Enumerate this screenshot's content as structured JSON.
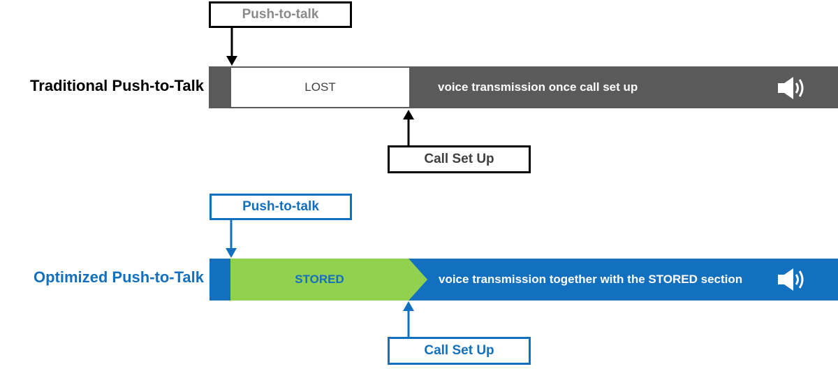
{
  "traditional": {
    "row_label": "Traditional Push-to-Talk",
    "push_box": "Push-to-talk",
    "lost_label": "LOST",
    "voice_label": "voice transmission once call set up",
    "callsetup_box": "Call Set Up",
    "speaker_icon": "speaker-icon"
  },
  "optimized": {
    "row_label": "Optimized Push-to-Talk",
    "push_box": "Push-to-talk",
    "stored_label": "STORED",
    "voice_label": "voice transmission together with the STORED section",
    "callsetup_box": "Call Set Up",
    "speaker_icon": "speaker-icon"
  },
  "colors": {
    "trad_bar": "#5a5a5a",
    "trad_text": "#000000",
    "push_text_trad": "#8a8a8a",
    "opt_bar": "#1270be",
    "opt_text": "#1270be",
    "stored_fill": "#92d050",
    "white": "#ffffff"
  }
}
